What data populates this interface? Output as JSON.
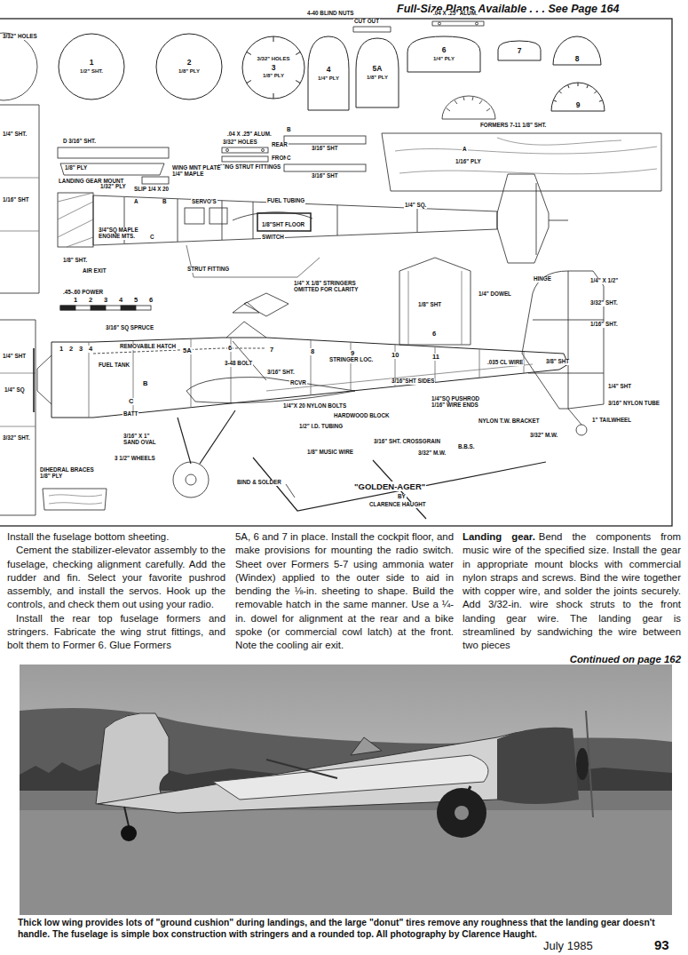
{
  "diagram": {
    "caption": "Thick low wing provides lots of \"ground cushion\" during landings, and the large \"donut\" tires remove any roughness that the landing gear doesn't handle. The fuselage is simple box construction with stringers and a rounded top. All photography by Clarence Haught.",
    "nodes": [
      {
        "text": [
          "1",
          "1/2\" SHT."
        ]
      },
      {
        "text": [
          "2",
          "1/8\" PLY"
        ]
      },
      {
        "text": [
          "3/32\" HOLES",
          "3",
          "1/8\" PLY"
        ]
      },
      {
        "text": [
          "4",
          "1/4\" PLY"
        ]
      },
      {
        "text": [
          "5A",
          "1/8\" PLY"
        ]
      },
      {
        "text": [
          "6",
          "1/4\" PLY"
        ]
      },
      {
        "text": [
          "7"
        ]
      },
      {
        "text": [
          "8"
        ]
      },
      {
        "text": [
          "9"
        ]
      }
    ],
    "labels": [
      "Full-Size Plans Available . . . See Page 164",
      "3/32\" HOLES",
      "4-40 BLIND NUTS",
      "CUT OUT",
      ".04 X .25\" ALUM.",
      "FORMERS 7-11 1/8\" SHT.",
      ".04 X .25\" ALUM.",
      "3/32\" HOLES",
      "REAR",
      "FRONT",
      "WING STRUT FITTINGS",
      "D 3/16\" SHT.",
      "1/8\" PLY",
      "LANDING GEAR MOUNT",
      "WING MNT PLATE 1/4\" MAPLE",
      "SLIP 1/4 X 20",
      "B",
      "3/16\" SHT",
      "C",
      "3/16\" SHT",
      "A",
      "1/16\" PLY",
      "1/32\" PLY",
      "A",
      "B",
      "SERVO'S",
      "FUEL TUBING",
      "3/4\"SQ MAPLE ENGINE MTS.",
      "C",
      "1/8\"SHT FLOOR",
      "SWITCH",
      "1/4\" SQ.",
      "1/8\" SHT.",
      "AIR EXIT",
      "STRUT FITTING",
      ".45-.60 POWER",
      "1",
      "2",
      "3",
      "4",
      "5",
      "6",
      "1/4\" X 1/8\" STRINGERS OMITTED FOR CLARITY",
      "6",
      "1/8\" SHT",
      "HINGE",
      "1/4\" X 1/2\"",
      "1/4\" DOWEL",
      "3/32\" SHT.",
      "1/16\" SHT.",
      "3/8\" SHT",
      ".035 CL WIRE",
      "1/4\" SHT",
      "3/16\" NYLON TUBE",
      "1\" TAILWHEEL",
      "NYLON T.W. BRACKET",
      "3/32\" M.W.",
      "3/16\" SQ SPRUCE",
      "1",
      "2",
      "3",
      "4",
      "REMOVABLE HATCH",
      "5A",
      "6",
      "FUEL TANK",
      "3-48 BOLT",
      "B",
      "STRINGER LOC.",
      "7",
      "8",
      "9",
      "10",
      "11",
      "RCVR",
      "3/16\" SHT.",
      "3/16\"SHT SIDES",
      "1/4\"X 20 NYLON BOLTS",
      "HARDWOOD BLOCK",
      "1/4\"SQ PUSHROD 1/16\" WIRE ENDS",
      "C",
      "BATT",
      "1/2\" I.D. TUBING",
      "3/16\" SHT. CROSSGRAIN",
      "3/16\" X 1\" SAND OVAL",
      "3 1/2\" WHEELS",
      "1/8\" MUSIC WIRE",
      "3/32\" M.W.",
      "B.B.S.",
      "BIND & SOLDER",
      "DIHEDRAL BRACES 1/8\" PLY",
      "\"GOLDEN-AGER\"",
      "BY",
      "CLARENCE HAUGHT",
      "1/4\" SHT.",
      "1/16\" SHT",
      "1/4\" SHT",
      "1/4\" SQ",
      "3/32\" SHT.",
      "Install the fuselage bottom sheeting.",
      "Cement the stabilizer-elevator assembly to the fuselage, checking alignment carefully. Add the rudder and fin. Select your favorite pushrod assembly, and install the servos. Hook up the controls, and check them out using your radio.",
      "Install the rear top fuselage formers and stringers. Fabricate the wing strut fittings, and bolt them to Former 6. Glue Formers",
      "5A, 6 and 7 in place. Install the cockpit floor, and make provisions for mounting the radio switch. Sheet over Formers 5-7 using ammonia water (Windex) applied to the outer side to aid in bending the ⅛-in. sheeting to shape. Build the removable hatch in the same manner. Use a ¼-in. dowel for alignment at the rear and a bike spoke (or commercial cowl latch) at the front. Note the cooling air exit.",
      "Landing gear.",
      "Bend the components from music wire of the specified size. Install the gear in appropriate mount blocks with commercial nylon straps and screws. Bind the wire together with copper wire, and solder the joints securely. Add 3/32-in. wire shock struts to the front landing gear wire. The landing gear is streamlined by sandwiching the wire between two pieces",
      "Continued on page 162",
      "July 1985",
      "93"
    ]
  }
}
